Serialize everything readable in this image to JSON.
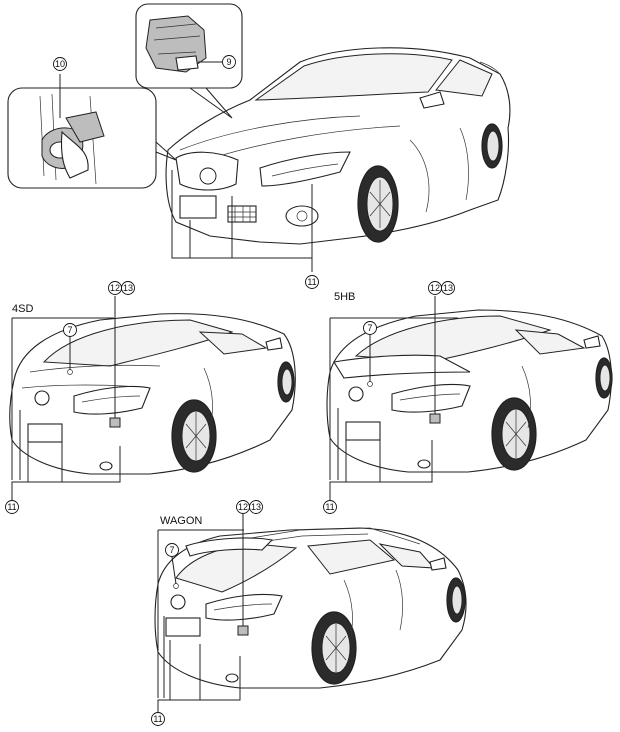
{
  "callouts": {
    "c7": "7",
    "c9": "9",
    "c10": "10",
    "c11": "11",
    "c12": "12",
    "c13": "13"
  },
  "variants": {
    "sedan": "4SD",
    "hatchback": "5HB",
    "wagon": "WAGON"
  }
}
